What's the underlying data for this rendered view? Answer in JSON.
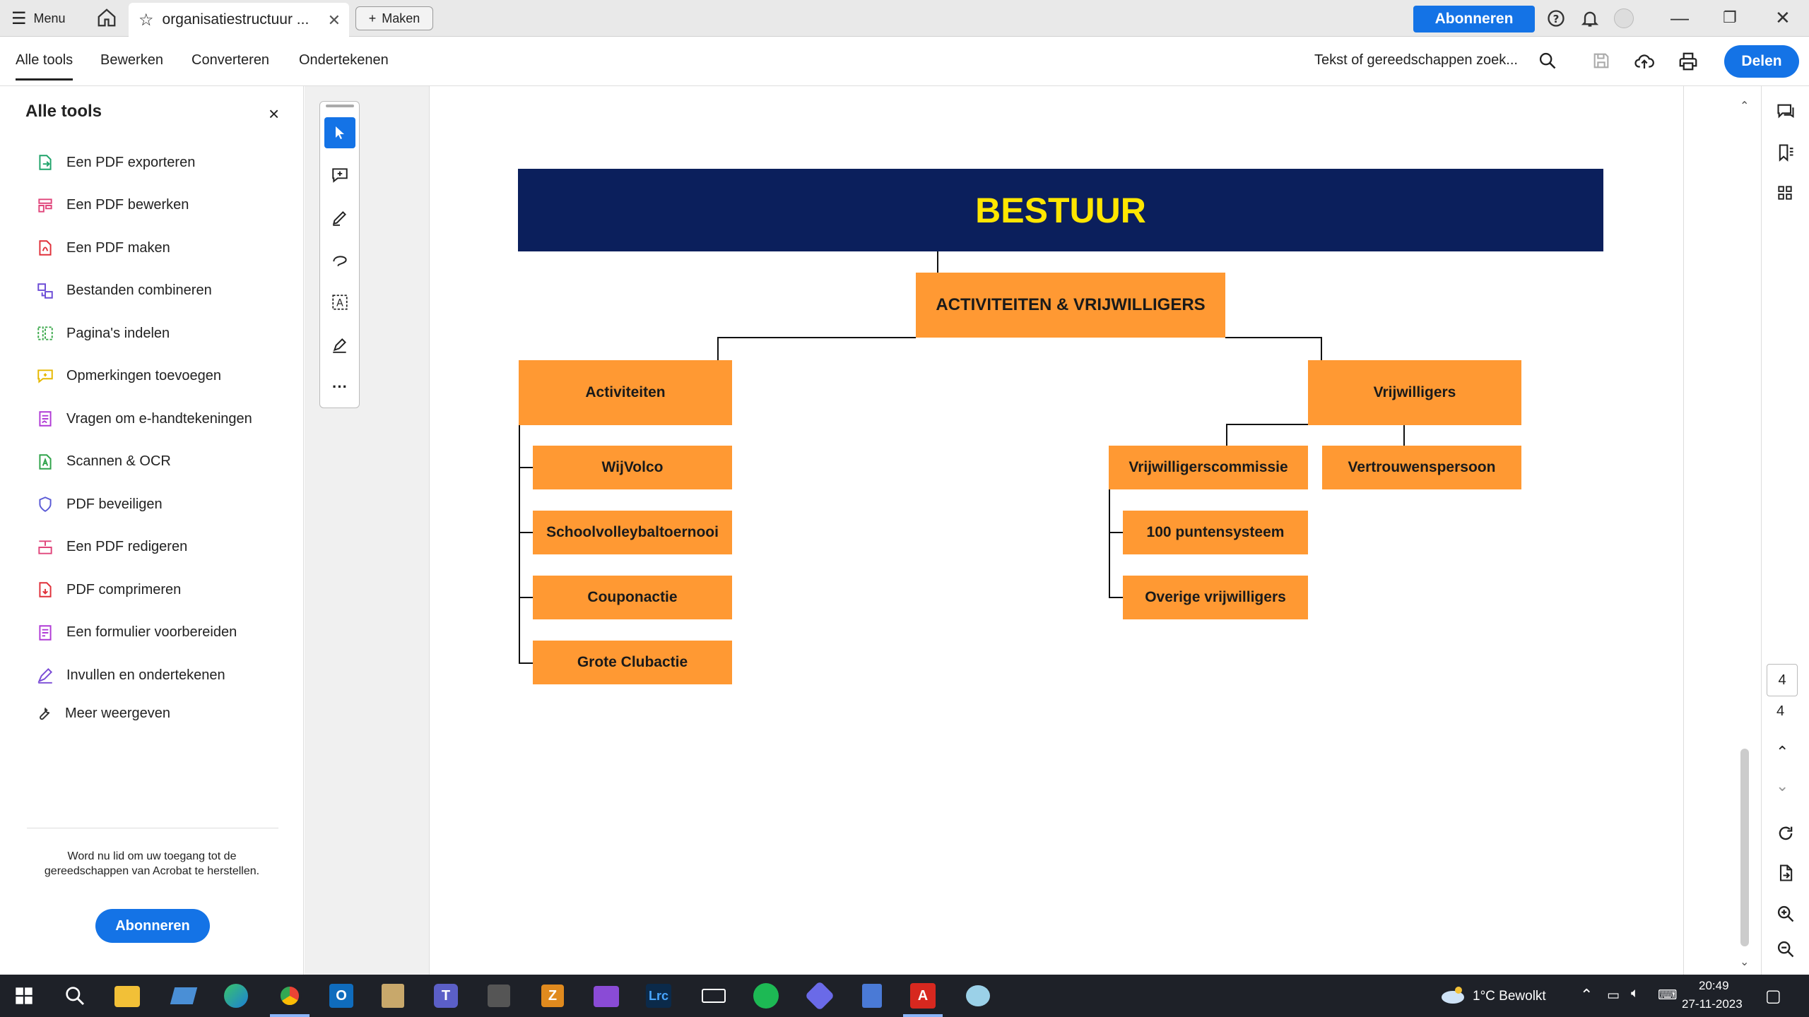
{
  "topbar": {
    "menu_label": "Menu",
    "tab_title": "organisatiestructuur ...",
    "new_label": "Maken",
    "subscribe_label": "Abonneren"
  },
  "toolbar": {
    "items": [
      "Alle tools",
      "Bewerken",
      "Converteren",
      "Ondertekenen"
    ],
    "search_placeholder": "Tekst of gereedschappen zoek...",
    "share_label": "Delen"
  },
  "left_panel": {
    "title": "Alle tools",
    "items": [
      {
        "label": "Een PDF exporteren",
        "color": "#1fa36a"
      },
      {
        "label": "Een PDF bewerken",
        "color": "#e0457b"
      },
      {
        "label": "Een PDF maken",
        "color": "#e0303a"
      },
      {
        "label": "Bestanden combineren",
        "color": "#6b4bd6"
      },
      {
        "label": "Pagina's indelen",
        "color": "#3aa84a"
      },
      {
        "label": "Opmerkingen toevoegen",
        "color": "#e6b800"
      },
      {
        "label": "Vragen om e-handtekeningen",
        "color": "#b03ad6"
      },
      {
        "label": "Scannen & OCR",
        "color": "#2fa34a"
      },
      {
        "label": "PDF beveiligen",
        "color": "#5a5ad6"
      },
      {
        "label": "Een PDF redigeren",
        "color": "#e0457b"
      },
      {
        "label": "PDF comprimeren",
        "color": "#e0303a"
      },
      {
        "label": "Een formulier voorbereiden",
        "color": "#b03ad6"
      },
      {
        "label": "Invullen en ondertekenen",
        "color": "#7a4bd6"
      }
    ],
    "more_label": "Meer weergeven",
    "note": "Word nu lid om uw toegang tot de gereedschappen van Acrobat te herstellen.",
    "subscribe_label": "Abonneren"
  },
  "org_chart": {
    "header": "BESTUUR",
    "main": "ACTIVITEITEN & VRIJWILLIGERS",
    "left_head": "Activiteiten",
    "left_children": [
      "WijVolco",
      "Schoolvolleybaltoernooi",
      "Couponactie",
      "Grote Clubactie"
    ],
    "right_head": "Vrijwilligers",
    "right_a": "Vrijwilligerscommissie",
    "right_b": "Vertrouwenspersoon",
    "right_a_children": [
      "100 puntensysteem",
      "Overige vrijwilligers"
    ]
  },
  "page_nav": {
    "current": "4",
    "total": "4"
  },
  "taskbar": {
    "weather": "1°C  Bewolkt",
    "time": "20:49",
    "date": "27-11-2023"
  },
  "colors": {
    "accent": "#1473e6",
    "box": "#ff9933",
    "header_bg": "#0b1f5c",
    "header_text": "#ffe600"
  }
}
